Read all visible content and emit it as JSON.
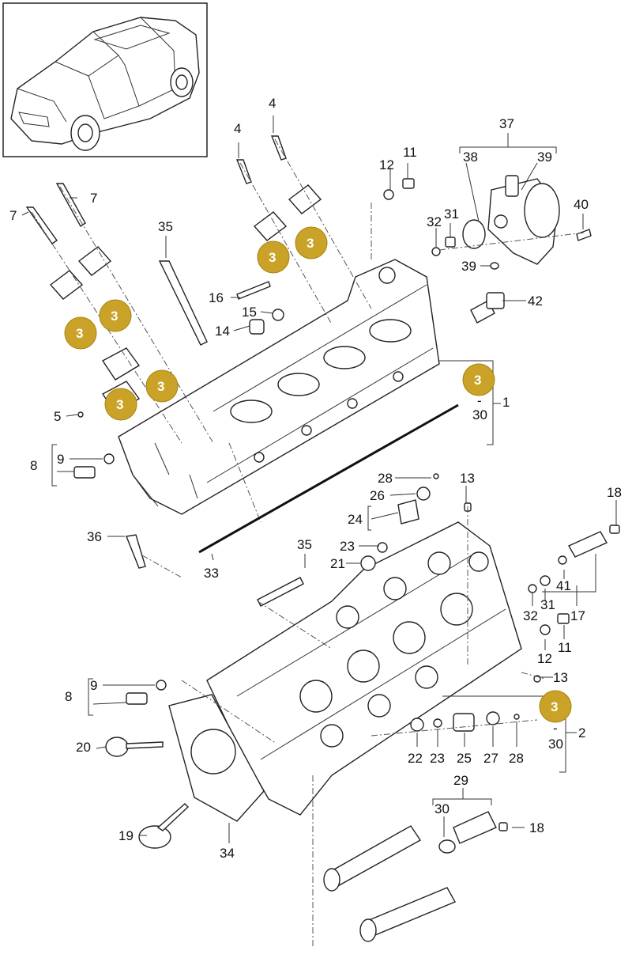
{
  "callouts": [
    {
      "label": "4"
    },
    {
      "label": "4"
    },
    {
      "label": "37"
    },
    {
      "label": "11"
    },
    {
      "label": "12"
    },
    {
      "label": "38"
    },
    {
      "label": "39"
    },
    {
      "label": "7"
    },
    {
      "label": "7"
    },
    {
      "label": "40"
    },
    {
      "label": "35"
    },
    {
      "label": "32"
    },
    {
      "label": "31"
    },
    {
      "label": "39"
    },
    {
      "label": "16"
    },
    {
      "label": "42"
    },
    {
      "label": "15"
    },
    {
      "label": "14"
    },
    {
      "label": "1"
    },
    {
      "label": "30"
    },
    {
      "label": "5"
    },
    {
      "label": "9"
    },
    {
      "label": "8"
    },
    {
      "label": "28"
    },
    {
      "label": "13"
    },
    {
      "label": "26"
    },
    {
      "label": "18"
    },
    {
      "label": "24"
    },
    {
      "label": "36"
    },
    {
      "label": "35"
    },
    {
      "label": "23"
    },
    {
      "label": "21"
    },
    {
      "label": "41"
    },
    {
      "label": "33"
    },
    {
      "label": "31"
    },
    {
      "label": "32"
    },
    {
      "label": "17"
    },
    {
      "label": "12"
    },
    {
      "label": "11"
    },
    {
      "label": "9"
    },
    {
      "label": "13"
    },
    {
      "label": "8"
    },
    {
      "label": "20"
    },
    {
      "label": "22"
    },
    {
      "label": "23"
    },
    {
      "label": "25"
    },
    {
      "label": "27"
    },
    {
      "label": "28"
    },
    {
      "label": "2"
    },
    {
      "label": "30"
    },
    {
      "label": "29"
    },
    {
      "label": "30"
    },
    {
      "label": "18"
    },
    {
      "label": "19"
    },
    {
      "label": "34"
    }
  ],
  "highlight_badges": [
    {
      "label": "3"
    },
    {
      "label": "3"
    },
    {
      "label": "3"
    },
    {
      "label": "3"
    },
    {
      "label": "3"
    },
    {
      "label": "3"
    },
    {
      "label": "3"
    },
    {
      "label": "3"
    }
  ],
  "range_dashes": [
    {
      "label": "-"
    },
    {
      "label": "-"
    }
  ],
  "colors": {
    "badge_fill": "#c9a227",
    "badge_text": "#ffffff",
    "line": "#222222"
  }
}
